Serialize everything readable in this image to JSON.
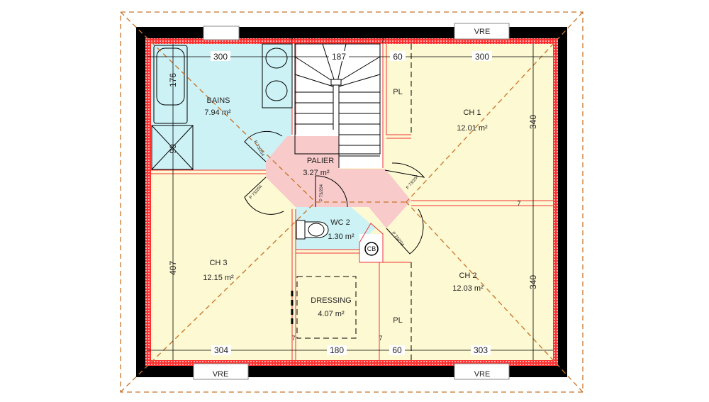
{
  "rooms": {
    "bains": {
      "name": "BAINS",
      "area": "7.94 m²"
    },
    "palier": {
      "name": "PALIER",
      "area": "3.27 m²"
    },
    "ch1": {
      "name": "CH 1",
      "area": "12.01 m²"
    },
    "ch2": {
      "name": "CH 2",
      "area": "12.03 m²"
    },
    "ch3": {
      "name": "CH 3",
      "area": "12.15 m²"
    },
    "wc2": {
      "name": "WC 2",
      "area": "1.30 m²"
    },
    "dressing": {
      "name": "DRESSING",
      "area": "4.07 m²"
    },
    "pl_top": {
      "name": "PL"
    },
    "pl_bottom": {
      "name": "PL"
    },
    "cb": {
      "name": "CB"
    }
  },
  "windows": {
    "top_right": "VRE",
    "bottom_left": "VRE",
    "bottom_right": "VRE"
  },
  "doors": [
    "P 73/204",
    "P 73/204",
    "P 73/204",
    "P 73/204",
    "P 73/204"
  ],
  "dimensions": {
    "top": [
      "300",
      "187",
      "60",
      "300"
    ],
    "bottom": [
      "304",
      "180",
      "60",
      "303"
    ],
    "left": [
      "176",
      "90",
      "407"
    ],
    "right": [
      "340",
      "340"
    ],
    "wall_thickness": "7"
  },
  "colors": {
    "wet_rooms": "#cdf2f6",
    "bedrooms": "#fdf9d3",
    "landing": "#f8caca",
    "wall": "#e33333",
    "roof_line": "#c8742a"
  }
}
